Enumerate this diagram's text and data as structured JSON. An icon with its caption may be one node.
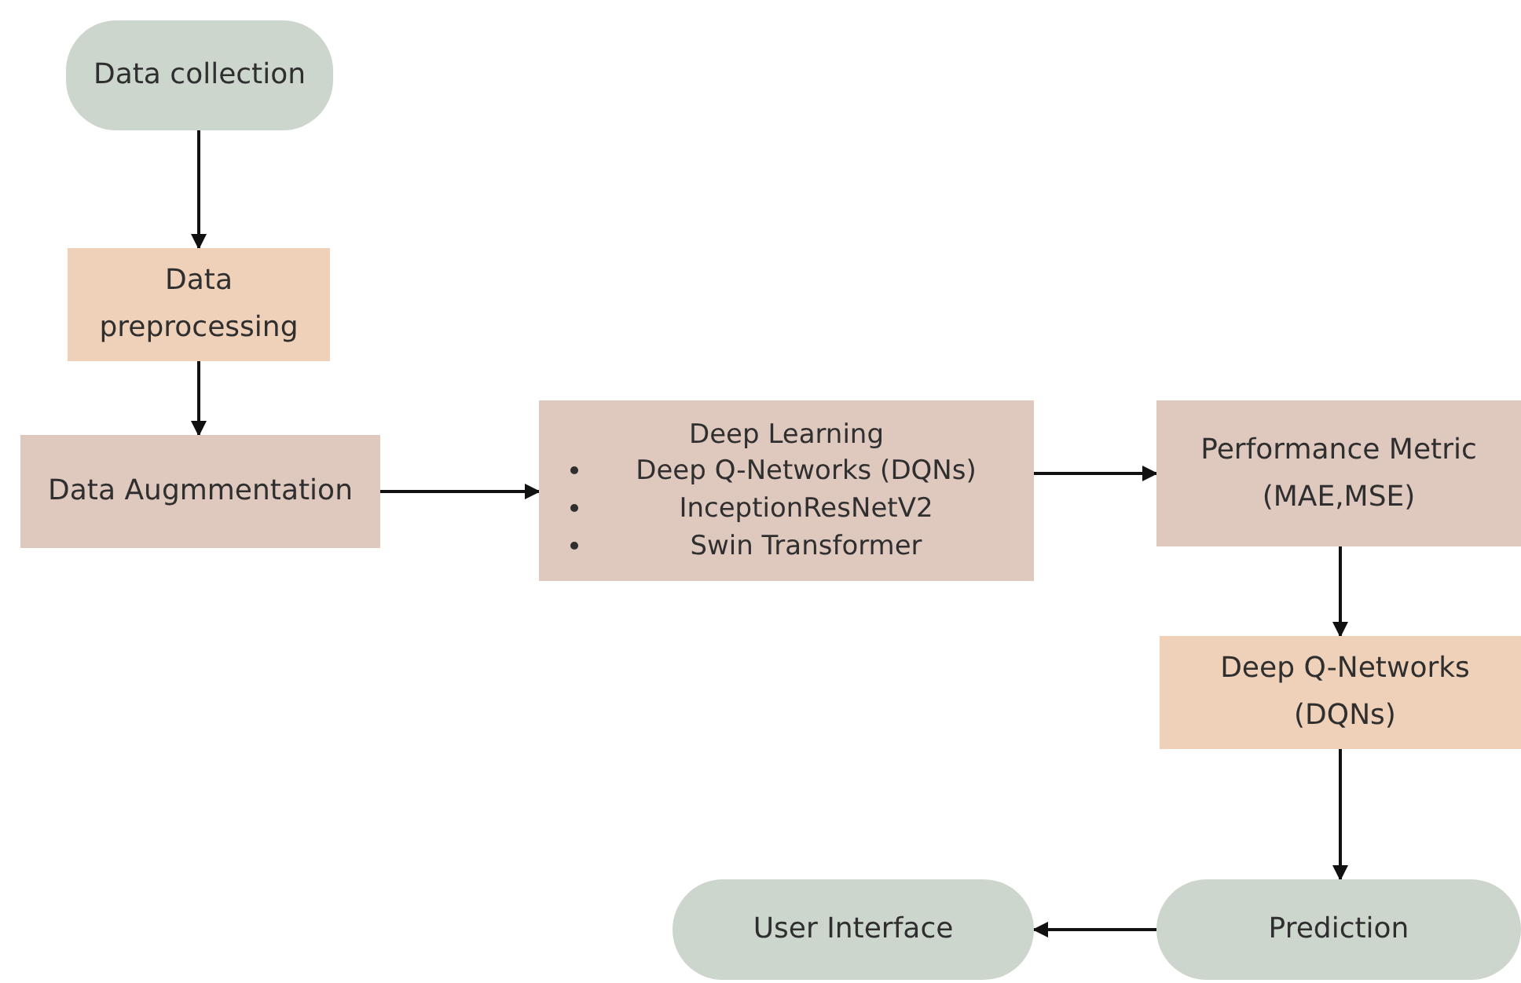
{
  "diagram": {
    "nodes": [
      {
        "text": [
          "Data collection"
        ]
      },
      {
        "text": [
          "Data preprocessing"
        ]
      },
      {
        "text": [
          "Data Augmmentation"
        ]
      },
      {
        "text": [
          "Deep Learning",
          "Deep Q-Networks (DQNs)",
          "InceptionResNetV2",
          "Swin Transformer"
        ]
      },
      {
        "text": [
          "Performance Metric (MAE,MSE)"
        ]
      },
      {
        "text": [
          "Deep Q-Networks (DQNs)"
        ]
      },
      {
        "text": [
          "Prediction"
        ]
      },
      {
        "text": [
          "User Interface"
        ]
      }
    ],
    "edges": [
      {
        "from": 0,
        "to": 1,
        "arrow": "to"
      },
      {
        "from": 1,
        "to": 2,
        "arrow": "to"
      },
      {
        "from": 2,
        "to": 3,
        "arrow": "to"
      },
      {
        "from": 3,
        "to": 4,
        "arrow": "to"
      },
      {
        "from": 4,
        "to": 5,
        "arrow": "to"
      },
      {
        "from": 5,
        "to": 6,
        "arrow": "to"
      },
      {
        "from": 6,
        "to": 7,
        "arrow": "to"
      }
    ]
  }
}
